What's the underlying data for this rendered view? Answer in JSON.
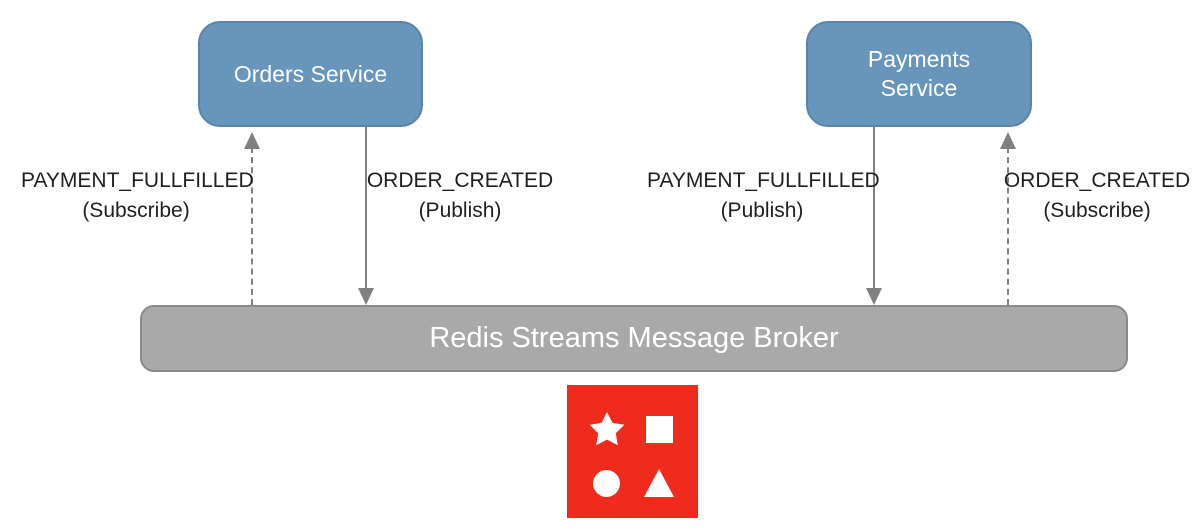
{
  "diagram": {
    "nodes": {
      "orders_service": {
        "lines": [
          "Orders Service"
        ]
      },
      "payments_service": {
        "lines": [
          "Payments",
          "Service"
        ]
      },
      "broker": {
        "label": "Redis Streams Message Broker"
      }
    },
    "edges": [
      {
        "event": "PAYMENT_FULLFILLED",
        "mode": "(Subscribe)",
        "style": "dashed",
        "direction": "up",
        "from": "broker",
        "to": "orders_service"
      },
      {
        "event": "ORDER_CREATED",
        "mode": "(Publish)",
        "style": "solid",
        "direction": "down",
        "from": "orders_service",
        "to": "broker"
      },
      {
        "event": "PAYMENT_FULLFILLED",
        "mode": "(Publish)",
        "style": "solid",
        "direction": "down",
        "from": "payments_service",
        "to": "broker"
      },
      {
        "event": "ORDER_CREATED",
        "mode": "(Subscribe)",
        "style": "dashed",
        "direction": "up",
        "from": "broker",
        "to": "payments_service"
      }
    ],
    "logo": {
      "name": "redis-logo",
      "shapes": [
        "star",
        "square",
        "circle",
        "triangle"
      ]
    }
  },
  "colors": {
    "service_fill": "#6795bb",
    "service_border": "#5a84a7",
    "broker_fill": "#a9a9a9",
    "broker_border": "#8a8a8a",
    "arrow": "#808080",
    "logo_red": "#ef2b1e",
    "text_on_fill": "#ffffff",
    "label_text": "#1f1f1f",
    "bg": "#ffffff"
  }
}
